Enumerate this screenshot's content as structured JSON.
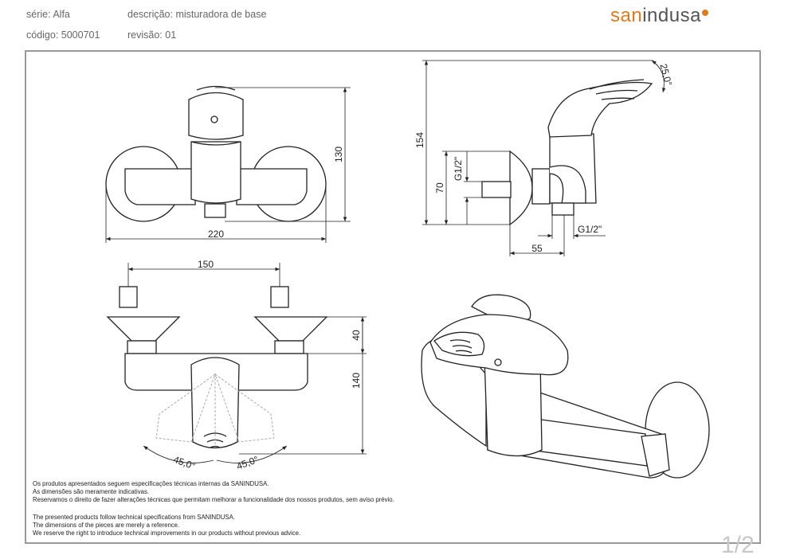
{
  "header": {
    "serie": "série: Alfa",
    "descricao": "descrição: misturadora de base",
    "codigo": "código: 5000701",
    "revisao": "revisão: 01",
    "logo_part1": "san",
    "logo_part2": "indusa"
  },
  "dimensions": {
    "front_width": "220",
    "front_height": "130",
    "side_height": "154",
    "side_inlet_height": "70",
    "side_thread_vertical": "G1/2\"",
    "side_thread_horizontal": "G1/2\"",
    "side_depth": "55",
    "side_angle": "25,0°",
    "top_spacing": "150",
    "top_depth_40": "40",
    "top_depth_140": "140",
    "angle_left": "45,0°",
    "angle_right": "45,0°"
  },
  "notes": {
    "pt": [
      "Os produtos apresentados seguem especificações técnicas internas da SANINDUSA.",
      "As dimensões são meramente indicativas.",
      "Reservamos o direito de fazer alterações técnicas que permitam melhorar a funcionalidade dos nossos produtos, sem aviso prévio."
    ],
    "en": [
      "The presented products follow technical specifications from SANINDUSA.",
      "The dimensions of the pieces are merely a reference.",
      "We reserve the right to introduce technical improvements in our products without previous advice."
    ]
  },
  "page_number": "1/2",
  "colors": {
    "accent": "#e07a1a",
    "frame": "#999999",
    "line": "#222222"
  }
}
